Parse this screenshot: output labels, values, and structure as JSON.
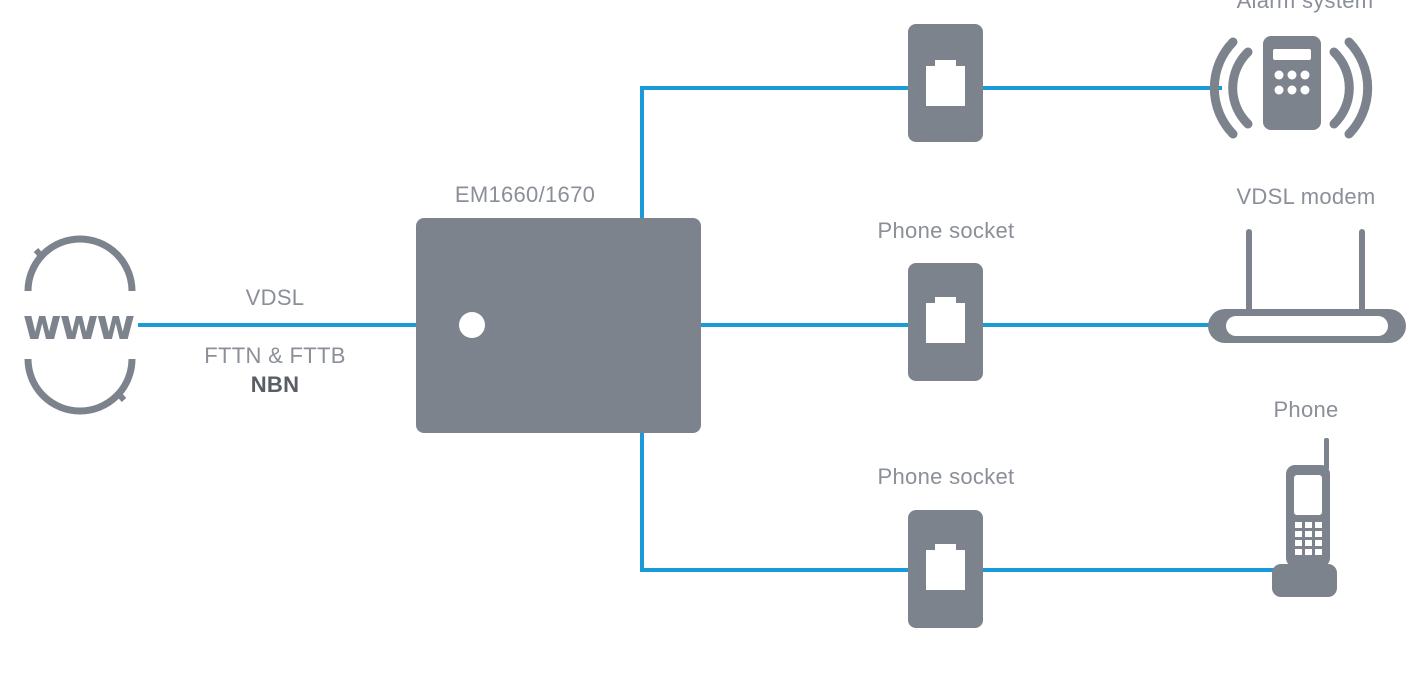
{
  "colors": {
    "line": "#1a9ad6",
    "device": "#7d838d",
    "text": "#8a8f98",
    "text_bold": "#585d66"
  },
  "labels": {
    "internet_icon_text": "www",
    "vdsl": "VDSL",
    "fttn": "FTTN & FTTB",
    "nbn": "NBN",
    "splitter": "EM1660/1670",
    "phone_socket_middle": "Phone socket",
    "phone_socket_bottom": "Phone socket",
    "alarm": "Alarm system",
    "modem": "VDSL modem",
    "phone": "Phone"
  },
  "icons": {
    "internet": "www-globe-icon",
    "splitter": "splitter-box-icon",
    "socket": "phone-socket-icon",
    "alarm": "alarm-keypad-icon",
    "modem": "router-icon",
    "phone": "cordless-phone-icon"
  }
}
